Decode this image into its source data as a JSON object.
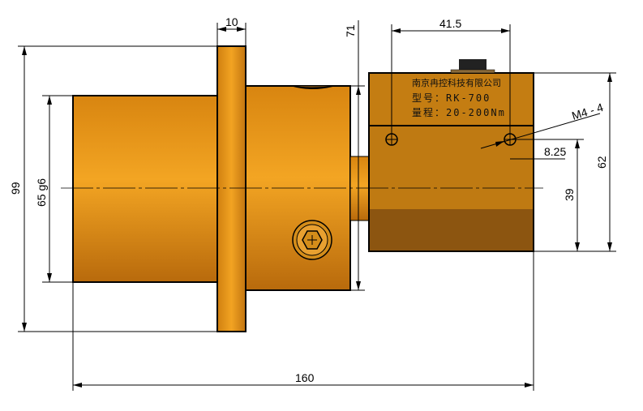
{
  "drawing": {
    "label_plate": {
      "company": "南京冉控科技有限公司",
      "model": "型号：RK-700",
      "range": "量程：20-200Nm"
    },
    "dimensions": {
      "flange_diameter": "99",
      "spigot_diameter": "65 g6",
      "flange_thickness": "10",
      "body_height": "71",
      "hole_spacing": "41.5",
      "thread": "M4 - 4",
      "hole_offset": "8.25",
      "box_height": "62",
      "center_height": "39",
      "overall_length": "160"
    },
    "colors": {
      "body": "#e6900f",
      "box": "#c47d12",
      "box_dark": "#8c5510"
    }
  }
}
